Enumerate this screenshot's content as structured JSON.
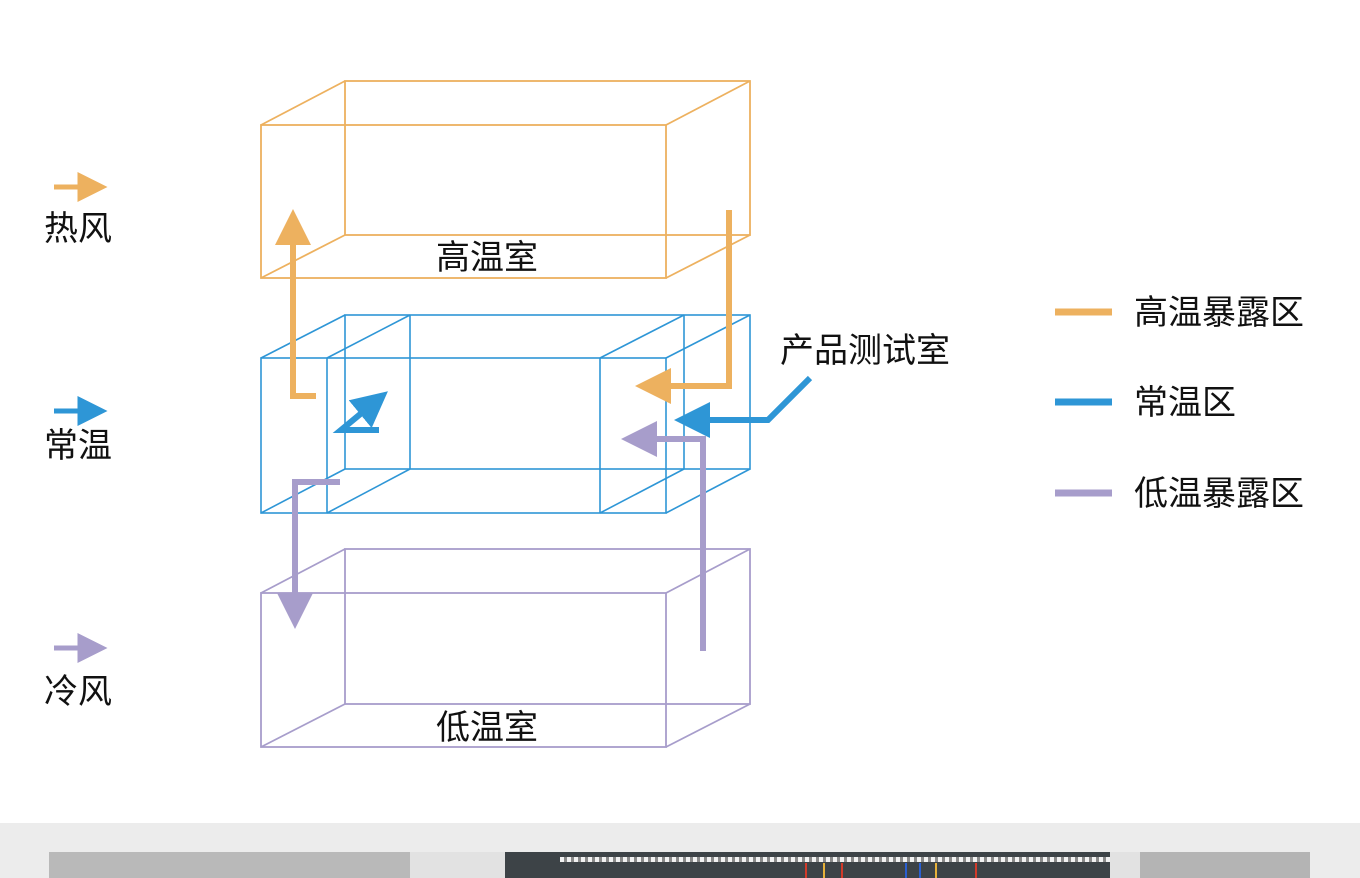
{
  "legend_left": {
    "hot_air": {
      "label": "热风",
      "color": "#EDB15F"
    },
    "normal_temp": {
      "label": "常温",
      "color": "#2E96D6"
    },
    "cold_air": {
      "label": "冷风",
      "color": "#A79DCB"
    }
  },
  "chambers": {
    "high_temp_label": "高温室",
    "test_label": "产品测试室",
    "low_temp_label": "低温室"
  },
  "legend_right": [
    {
      "label": "高温暴露区",
      "color": "#EDB15F"
    },
    {
      "label": "常温区",
      "color": "#2E96D6"
    },
    {
      "label": "低温暴露区",
      "color": "#A79DCB"
    }
  ],
  "photo": {
    "icons": [
      "equipment-photo"
    ]
  }
}
